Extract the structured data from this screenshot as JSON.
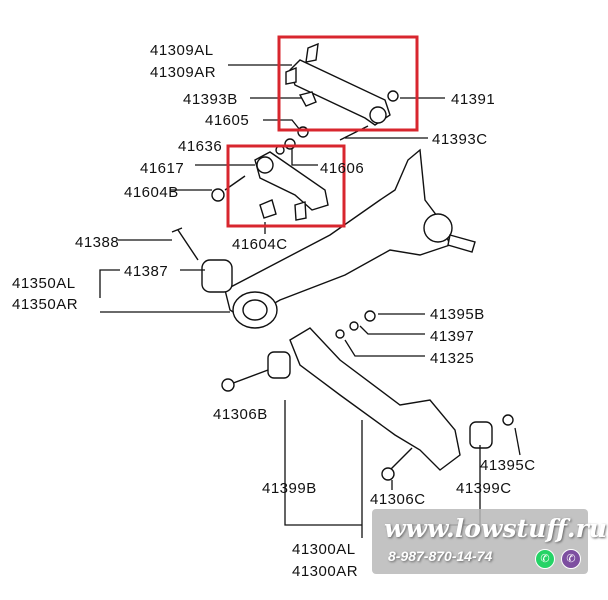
{
  "labels": {
    "p41309AL": "41309AL",
    "p41309AR": "41309AR",
    "p41393B": "41393B",
    "p41605": "41605",
    "p41636": "41636",
    "p41617": "41617",
    "p41604B": "41604B",
    "p41388": "41388",
    "p41387": "41387",
    "p41350AL": "41350AL",
    "p41350AR": "41350AR",
    "p41391": "41391",
    "p41393C": "41393C",
    "p41606": "41606",
    "p41604C": "41604C",
    "p41395B": "41395B",
    "p41397": "41397",
    "p41325": "41325",
    "p41306B": "41306B",
    "p41399B": "41399B",
    "p41395C": "41395C",
    "p41306C": "41306C",
    "p41399C": "41399C",
    "p41300AL": "41300AL",
    "p41300AR": "41300AR"
  },
  "watermark": {
    "url": "www.lowstuff.ru",
    "phone": "8-987-870-14-74",
    "whatsapp_icon": "whatsapp-icon",
    "viber_icon": "viber-icon",
    "whatsapp_color": "#25d366",
    "viber_color": "#7d4fa0"
  },
  "colors": {
    "highlight": "#d8262e"
  }
}
